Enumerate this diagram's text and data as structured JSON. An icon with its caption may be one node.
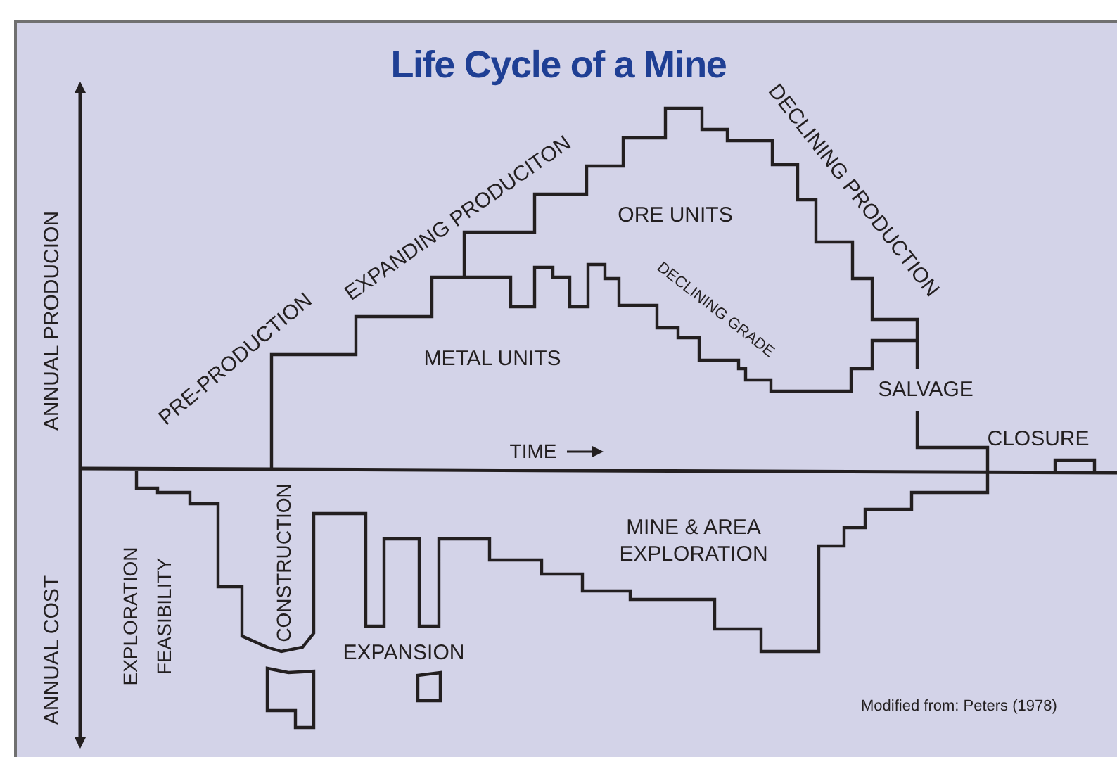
{
  "diagram": {
    "title": "Life Cycle of a Mine",
    "caption": "Modified from: Peters (1978)",
    "labels": [
      "ANNUAL PRODUCION",
      "ANNUAL COST",
      "PRE-PRODUCTION",
      "EXPANDING PRODUCITON",
      "ORE UNITS",
      "DECLINING PRODUCTION",
      "DECLINING GRADE",
      "METAL UNITS",
      "SALVAGE",
      "TIME",
      "CLOSURE",
      "EXPLORATION",
      "FEASIBILITY",
      "CONSTRUCTION",
      "MINE & AREA EXPLORATION",
      "EXPANSION"
    ]
  }
}
